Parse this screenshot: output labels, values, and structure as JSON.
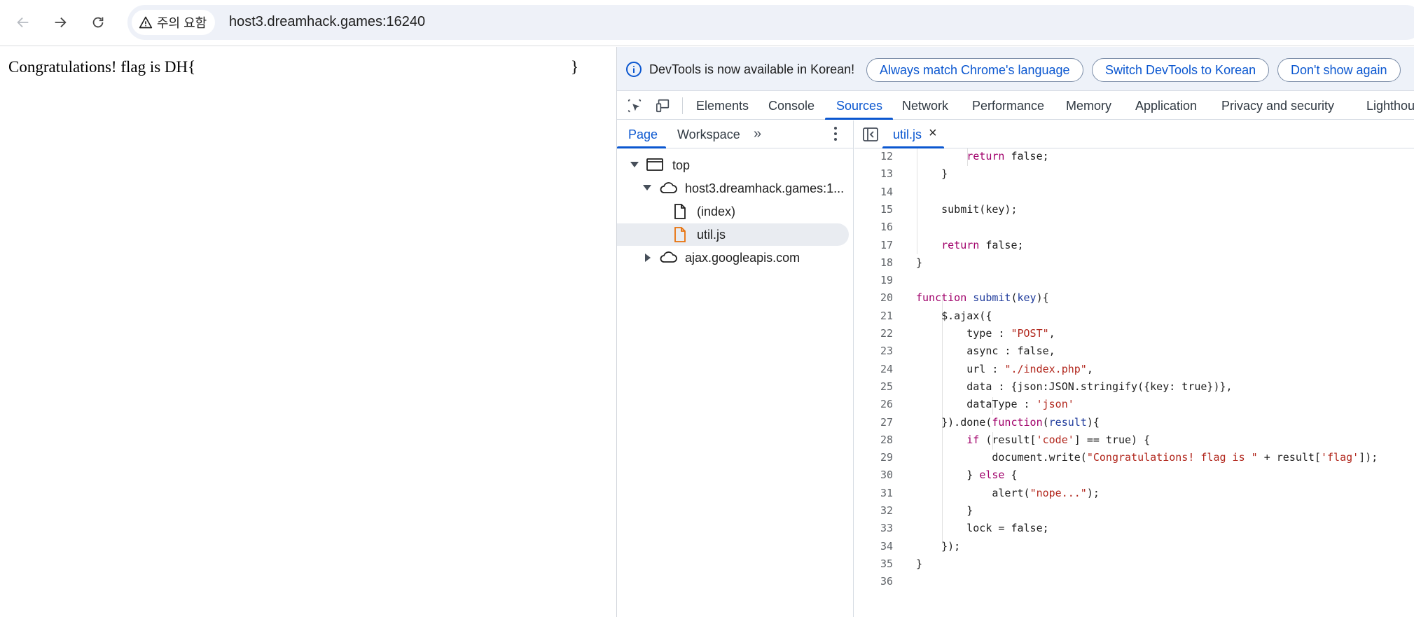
{
  "browser": {
    "security_chip": "주의 요함",
    "url": "host3.dreamhack.games:16240"
  },
  "page": {
    "text": "Congratulations! flag is DH{",
    "closing_brace": "}"
  },
  "devtools": {
    "infobar": {
      "message": "DevTools is now available in Korean!",
      "buttons": [
        "Always match Chrome's language",
        "Switch DevTools to Korean",
        "Don't show again"
      ]
    },
    "tabs": [
      "Elements",
      "Console",
      "Sources",
      "Network",
      "Performance",
      "Memory",
      "Application",
      "Privacy and security",
      "Lighthou"
    ],
    "active_tab": "Sources",
    "navigator": {
      "tabs": [
        "Page",
        "Workspace"
      ],
      "more": "»",
      "tree": [
        {
          "label": "top"
        },
        {
          "label": "host3.dreamhack.games:1..."
        },
        {
          "label": "(index)"
        },
        {
          "label": "util.js"
        },
        {
          "label": "ajax.googleapis.com"
        }
      ]
    },
    "editor": {
      "file_tab": "util.js",
      "close": "×",
      "lines": [
        {
          "n": "12",
          "code": [
            [
              "        ",
              ""
            ],
            [
              "return",
              "kw"
            ],
            [
              " false;",
              ""
            ]
          ]
        },
        {
          "n": "13",
          "code": [
            [
              "    }",
              ""
            ]
          ]
        },
        {
          "n": "14",
          "code": []
        },
        {
          "n": "15",
          "code": [
            [
              "    submit(key);",
              ""
            ]
          ]
        },
        {
          "n": "16",
          "code": []
        },
        {
          "n": "17",
          "code": [
            [
              "    ",
              ""
            ],
            [
              "return",
              "kw"
            ],
            [
              " false;",
              ""
            ]
          ]
        },
        {
          "n": "18",
          "code": [
            [
              "}",
              ""
            ]
          ]
        },
        {
          "n": "19",
          "code": []
        },
        {
          "n": "20",
          "code": [
            [
              "function",
              "kw"
            ],
            [
              " ",
              ""
            ],
            [
              "submit",
              "fn"
            ],
            [
              "(",
              ""
            ],
            [
              "key",
              "fn"
            ],
            [
              "){",
              ""
            ]
          ]
        },
        {
          "n": "21",
          "code": [
            [
              "    $.ajax({",
              ""
            ]
          ]
        },
        {
          "n": "22",
          "code": [
            [
              "        type : ",
              ""
            ],
            [
              "\"POST\"",
              "str"
            ],
            [
              ",",
              ""
            ]
          ]
        },
        {
          "n": "23",
          "code": [
            [
              "        async : false,",
              ""
            ]
          ]
        },
        {
          "n": "24",
          "code": [
            [
              "        url : ",
              ""
            ],
            [
              "\"./index.php\"",
              "str"
            ],
            [
              ",",
              ""
            ]
          ]
        },
        {
          "n": "25",
          "code": [
            [
              "        data : {json:JSON.stringify({key: true})},",
              ""
            ]
          ]
        },
        {
          "n": "26",
          "code": [
            [
              "        dataType : ",
              ""
            ],
            [
              "'json'",
              "str"
            ]
          ]
        },
        {
          "n": "27",
          "code": [
            [
              "    }).done(",
              ""
            ],
            [
              "function",
              "kw"
            ],
            [
              "(",
              ""
            ],
            [
              "result",
              "fn"
            ],
            [
              "){",
              ""
            ]
          ]
        },
        {
          "n": "28",
          "code": [
            [
              "        ",
              ""
            ],
            [
              "if",
              "kw"
            ],
            [
              " (result[",
              ""
            ],
            [
              "'code'",
              "str"
            ],
            [
              "] == true) {",
              ""
            ]
          ]
        },
        {
          "n": "29",
          "code": [
            [
              "            document.write(",
              ""
            ],
            [
              "\"Congratulations! flag is \"",
              "str"
            ],
            [
              " + result[",
              ""
            ],
            [
              "'flag'",
              "str"
            ],
            [
              "]);",
              ""
            ]
          ]
        },
        {
          "n": "30",
          "code": [
            [
              "        } ",
              ""
            ],
            [
              "else",
              "kw"
            ],
            [
              " {",
              ""
            ]
          ]
        },
        {
          "n": "31",
          "code": [
            [
              "            alert(",
              ""
            ],
            [
              "\"nope...\"",
              "str"
            ],
            [
              ");",
              ""
            ]
          ]
        },
        {
          "n": "32",
          "code": [
            [
              "        }",
              ""
            ]
          ]
        },
        {
          "n": "33",
          "code": [
            [
              "        lock = false;",
              ""
            ]
          ]
        },
        {
          "n": "34",
          "code": [
            [
              "    });",
              ""
            ]
          ]
        },
        {
          "n": "35",
          "code": [
            [
              "}",
              ""
            ]
          ]
        },
        {
          "n": "36",
          "code": []
        }
      ]
    }
  },
  "colors": {
    "accent": "#0b57d0",
    "keyword": "#a0006a",
    "string": "#b1261c",
    "function": "#1f3b9c",
    "file_icon_js": "#e8710a"
  }
}
